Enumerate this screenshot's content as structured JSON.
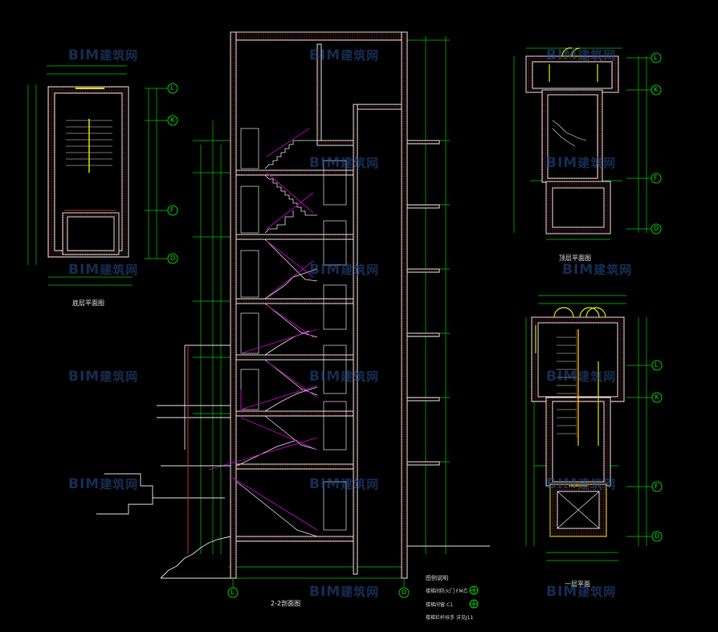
{
  "drawing": {
    "background": "#000000",
    "colors": {
      "dimension": "#00c800",
      "wall": "#e0e0e0",
      "hatch": "#c03030",
      "stair_handrail": "#c000c0",
      "window": "#e0e000",
      "axis": "#00c800"
    }
  },
  "titles": {
    "section": "2-2剖面图",
    "plan_left": "底层平面图",
    "plan_top_right": "顶层平面图",
    "plan_bottom_right": "一层平面"
  },
  "axes": {
    "left_plan": [
      "L",
      "K",
      "F",
      "D"
    ],
    "top_right_plan": [
      "L",
      "K",
      "F",
      "D"
    ],
    "bottom_right_plan": [
      "L",
      "K",
      "F",
      "D"
    ],
    "section_bottom": [
      "L",
      "D"
    ]
  },
  "legend": {
    "title": "图例说明",
    "items": [
      {
        "text": "楼梯间防火门 FM乙",
        "icon": "fire-door-symbol"
      },
      {
        "text": "楼梯间窗 C1",
        "icon": "window-symbol"
      },
      {
        "text": "楼梯栏杆扶手 详见J11"
      }
    ]
  },
  "watermark": {
    "latin": "BIM",
    "chinese": "建筑网"
  }
}
